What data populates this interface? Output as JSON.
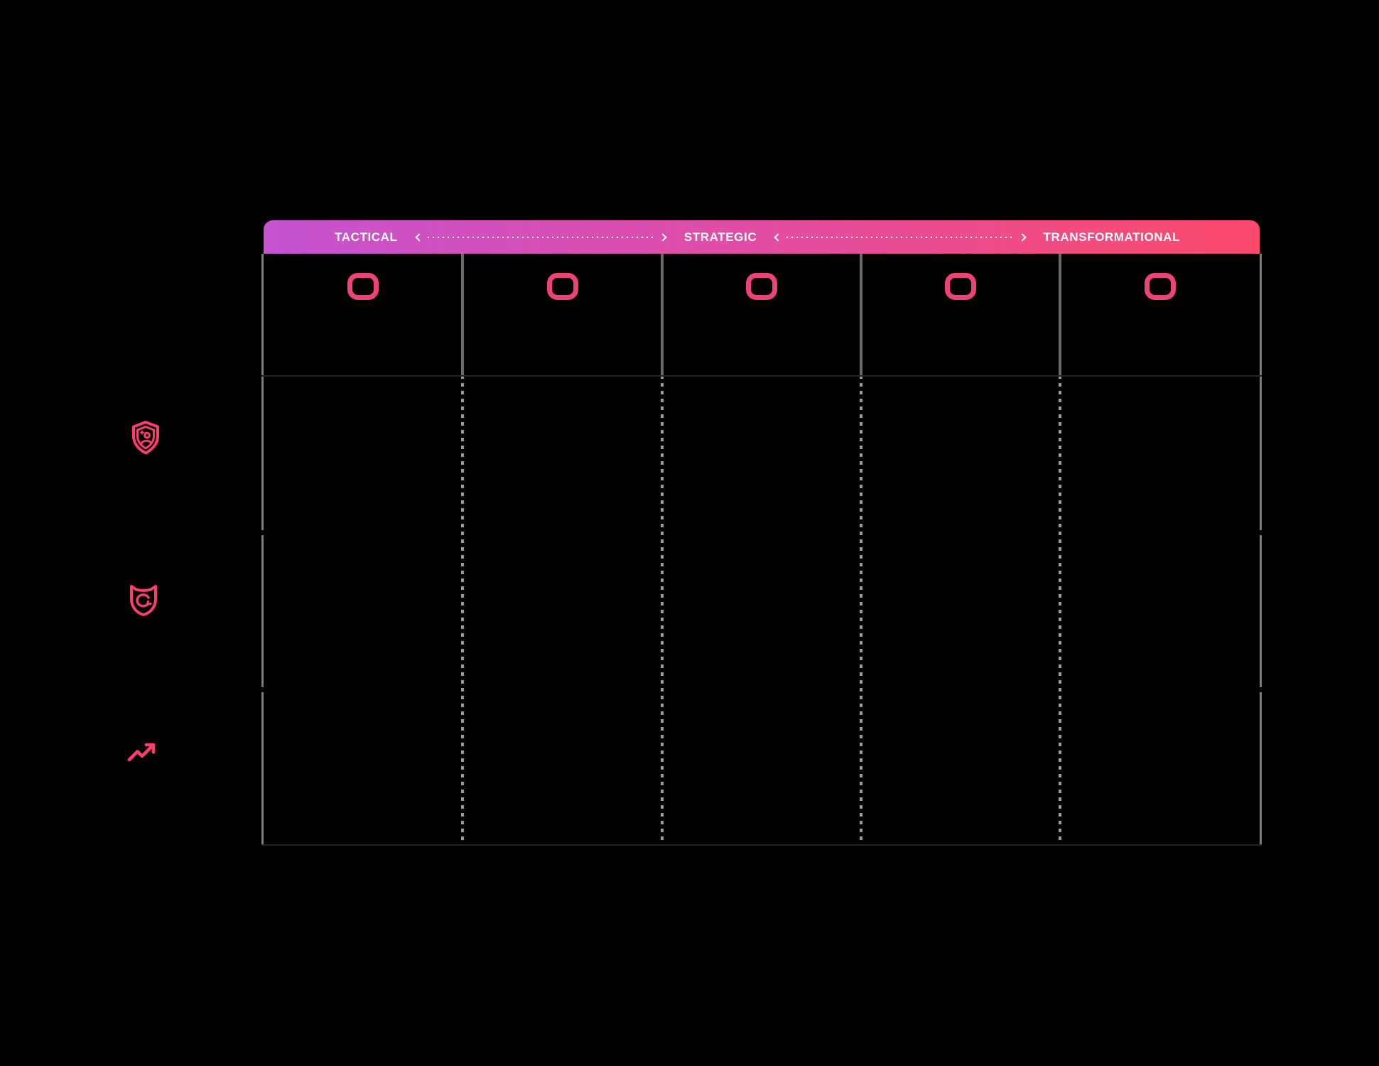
{
  "page": {
    "background_color": "#000000"
  },
  "matrix": {
    "axis_bar": {
      "labels": [
        "TACTICAL",
        "STRATEGIC",
        "TRANSFORMATIONAL"
      ],
      "arrow_style": "dotted-double-headed-arrow",
      "gradient": {
        "from": "#c553d0",
        "via": "#e04da8",
        "to": "#fc4a6b"
      },
      "text_color": "#ffffff"
    },
    "columns": [
      {
        "icon": "rounded-square-icon"
      },
      {
        "icon": "rounded-square-icon"
      },
      {
        "icon": "rounded-square-icon"
      },
      {
        "icon": "rounded-square-icon"
      },
      {
        "icon": "rounded-square-icon"
      }
    ],
    "rows": [
      {
        "icon": "shield-person-icon"
      },
      {
        "icon": "mask-refresh-icon"
      },
      {
        "icon": "trending-up-icon"
      }
    ],
    "colors": {
      "column_icon_pink": "#ee4377",
      "row_icon_pink": "#fb3e6c",
      "separator_solid": "#6a6a6a",
      "separator_dotted": "#9c9c9c",
      "outer_border_gray": "#7c7c7c",
      "divider_dark": "#242424"
    }
  }
}
